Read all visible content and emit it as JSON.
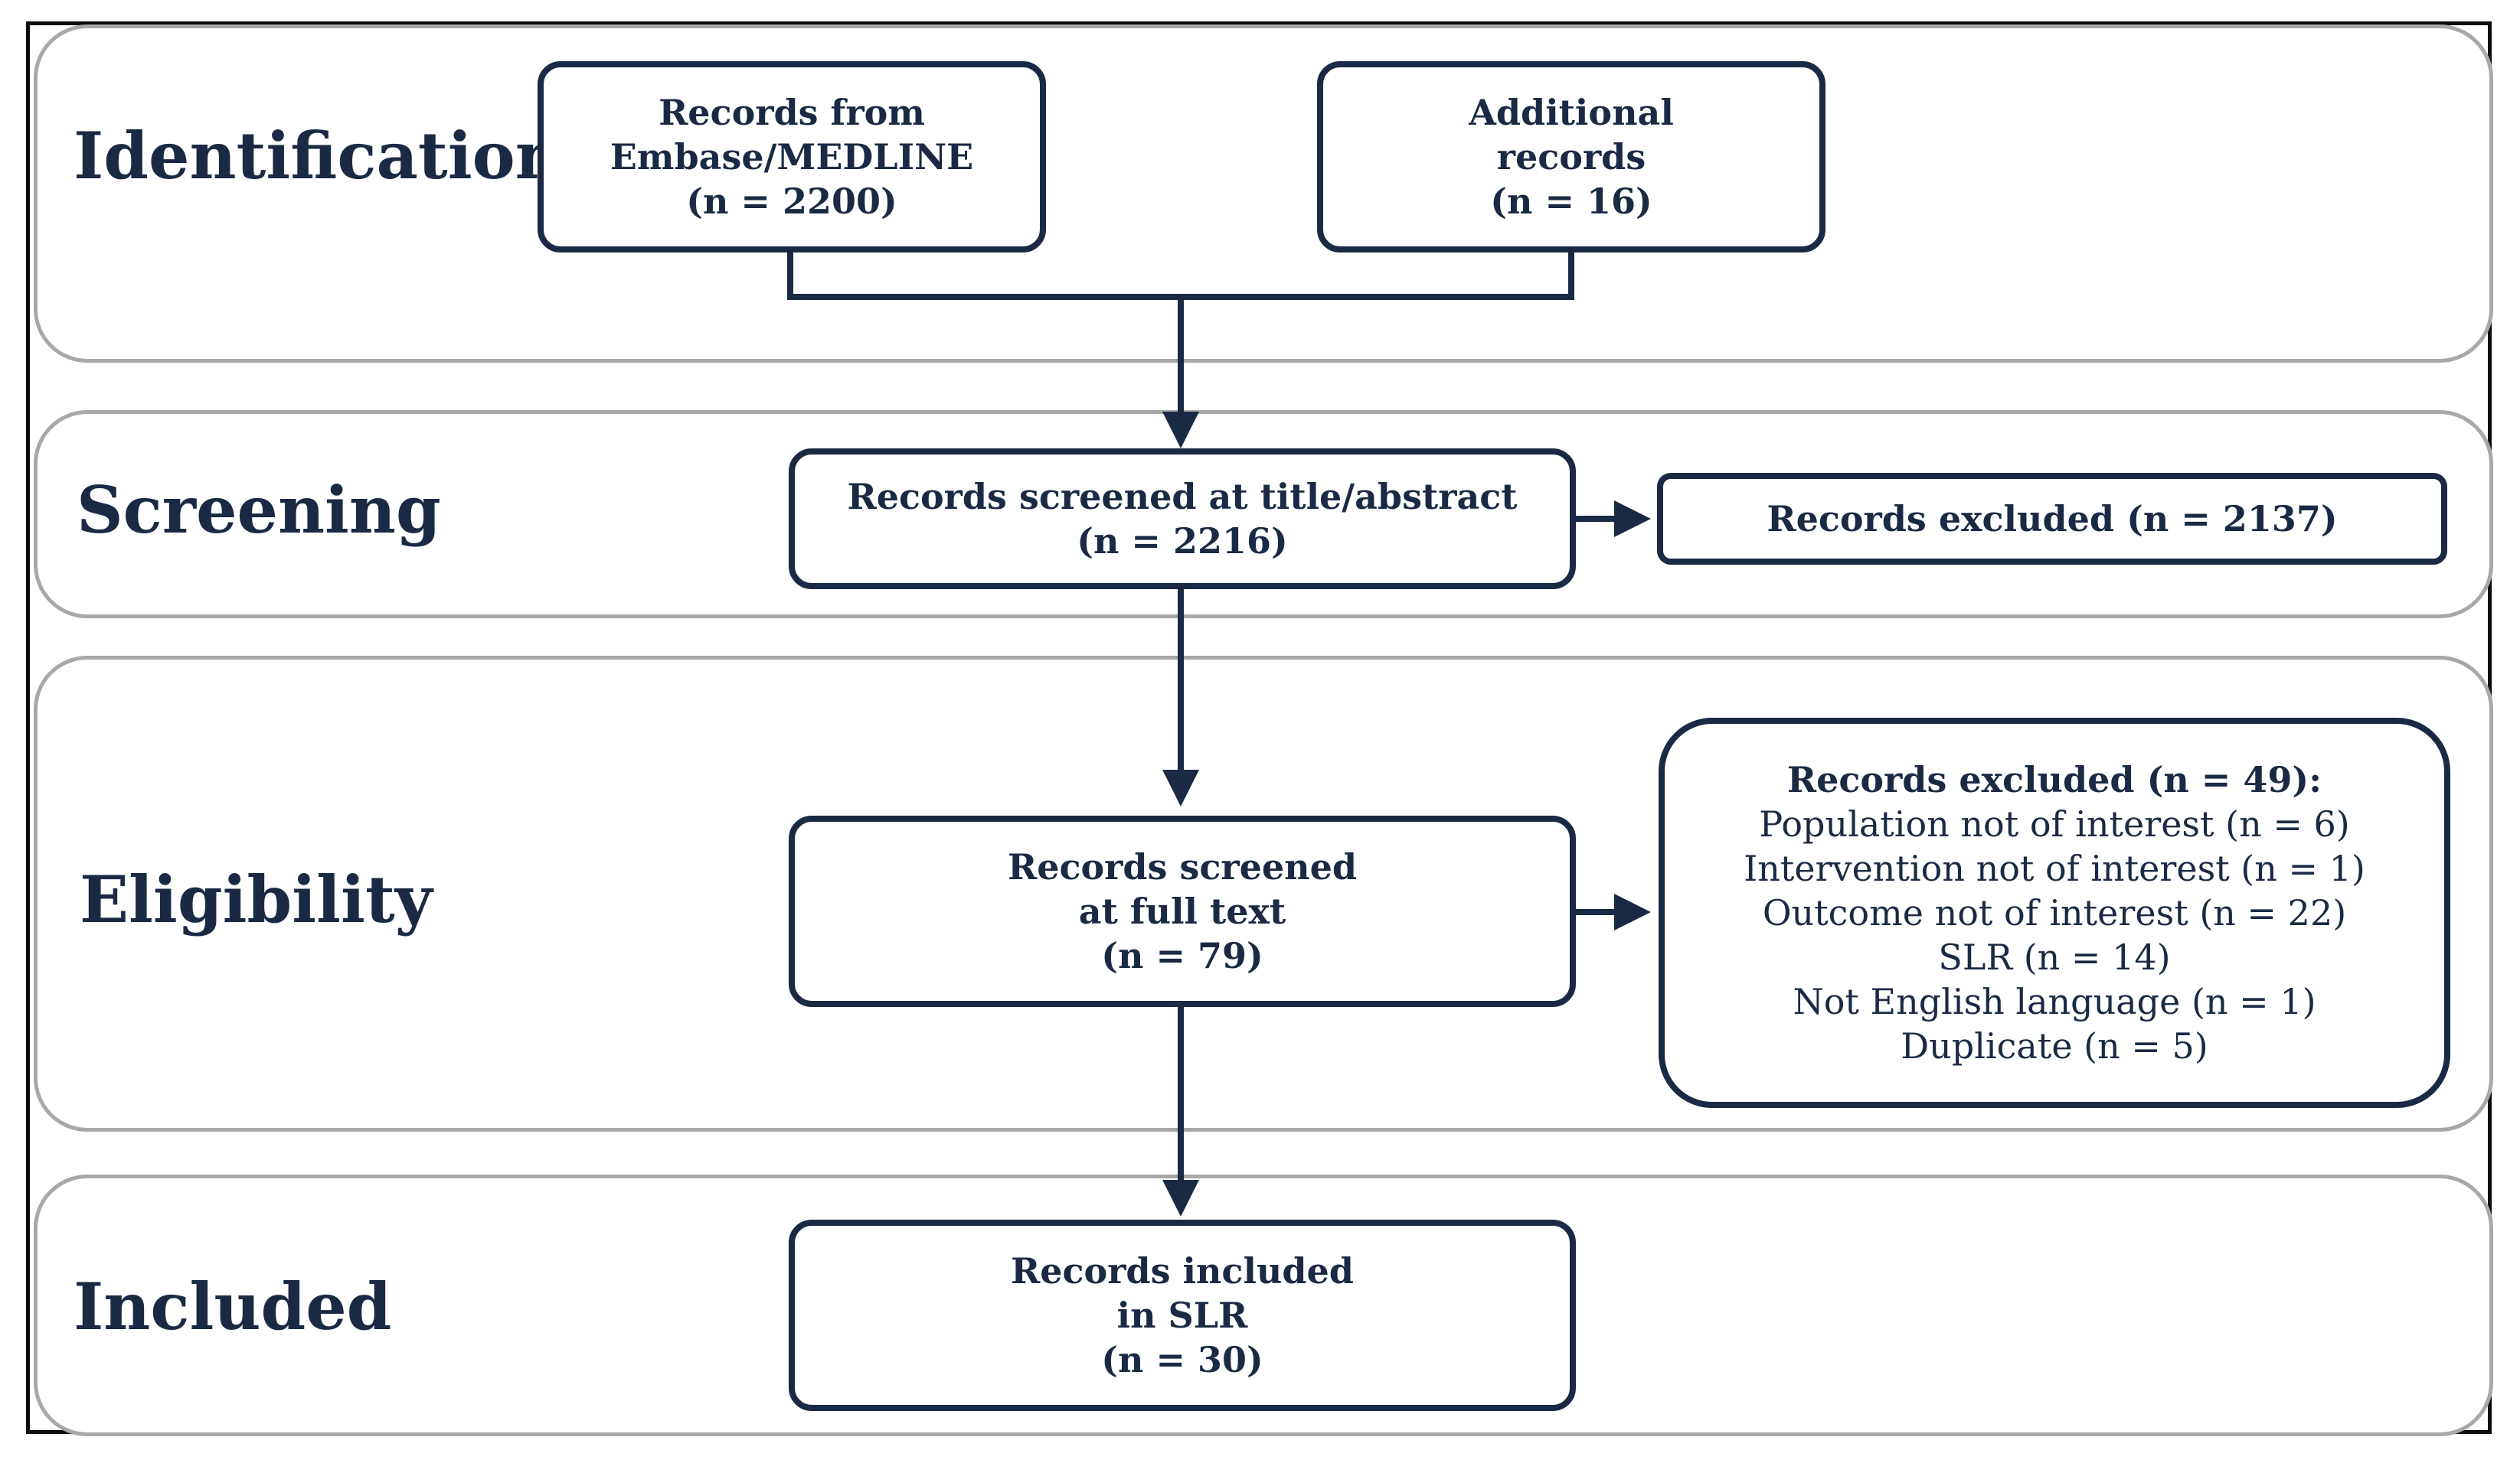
{
  "stages": {
    "identification": "Identification",
    "screening": "Screening",
    "eligibility": "Eligibility",
    "included": "Included"
  },
  "boxes": {
    "embase": {
      "lines": [
        "Records from",
        "Embase/MEDLINE",
        "(n = 2200)"
      ]
    },
    "additional": {
      "lines": [
        "Additional",
        "records",
        "(n = 16)"
      ]
    },
    "screened_title": {
      "lines": [
        "Records screened at title/abstract",
        "(n = 2216)"
      ]
    },
    "excluded_title": {
      "lines": [
        "Records excluded (n = 2137)"
      ]
    },
    "screened_full": {
      "lines": [
        "Records screened",
        "at full text",
        "(n = 79)"
      ]
    },
    "excluded_full": {
      "heading": "Records excluded (n = 49):",
      "reasons": [
        "Population not of interest (n = 6)",
        "Intervention not of interest (n = 1)",
        "Outcome not of interest (n = 22)",
        "SLR (n = 14)",
        "Not English language (n = 1)",
        "Duplicate (n = 5)"
      ]
    },
    "included": {
      "lines": [
        "Records included",
        "in SLR",
        "(n = 30)"
      ]
    }
  },
  "colors": {
    "box_border": "#1b2a44",
    "stage_border": "#a8a8a8",
    "frame_border": "#0d0d0d",
    "text": "#1b2a44"
  }
}
